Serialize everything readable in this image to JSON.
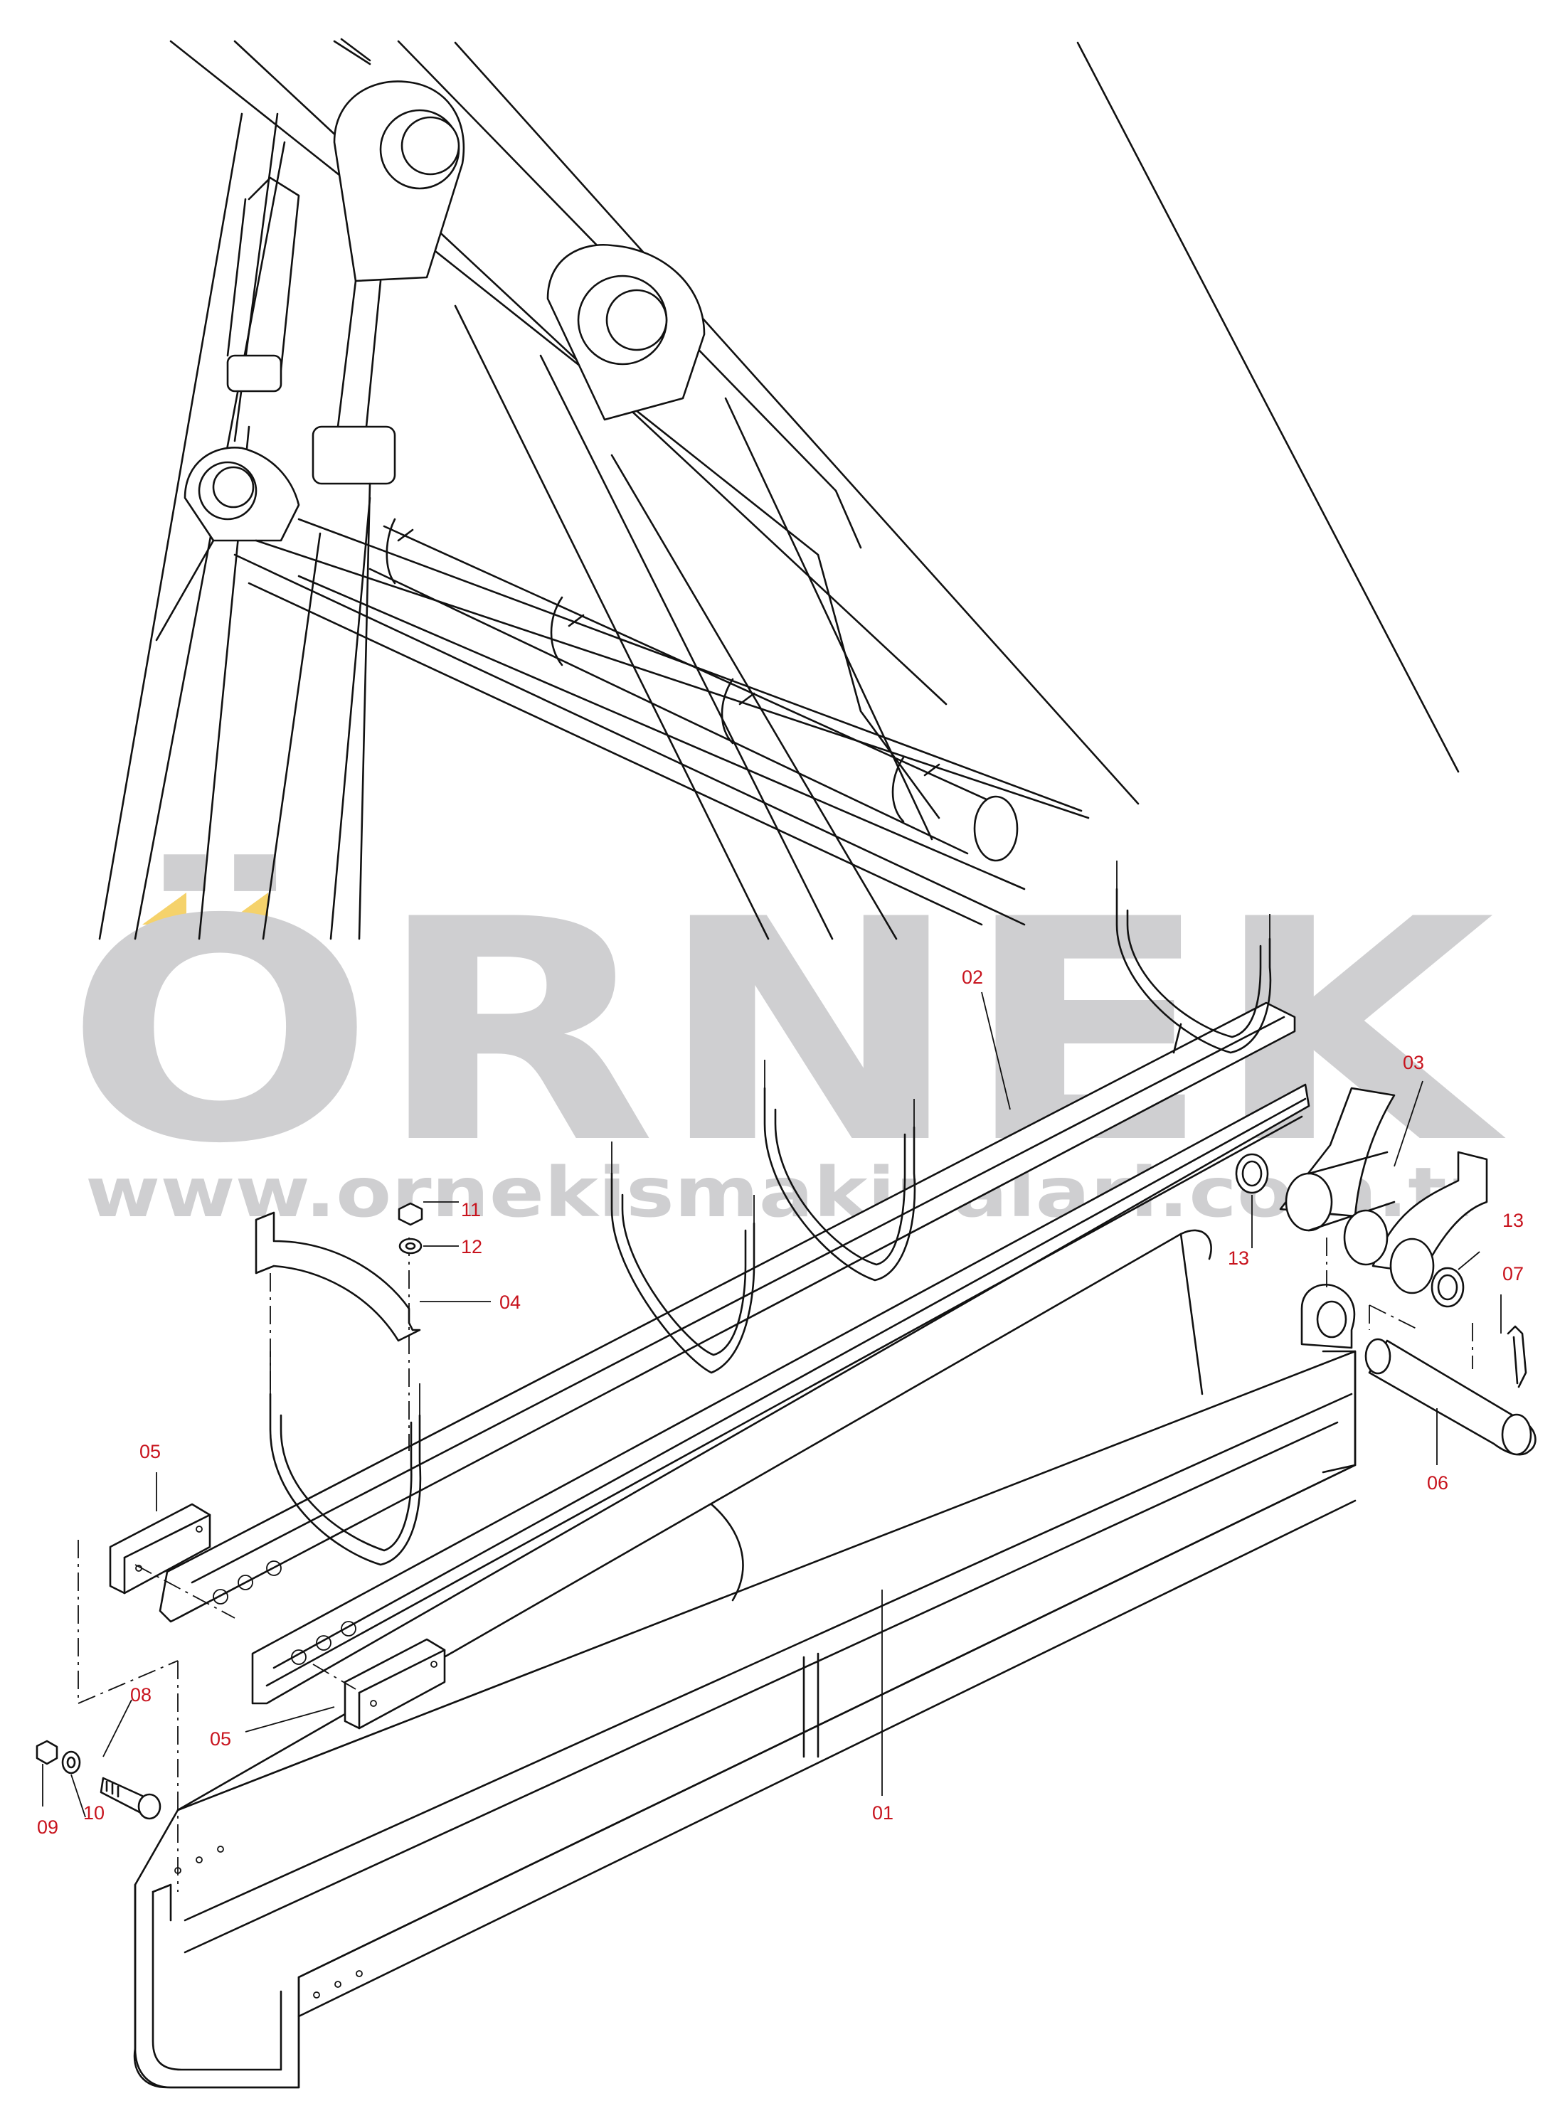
{
  "watermark": {
    "brand": "ÖRNEK",
    "url": "www.ornekismakinalari.com.tr",
    "accent_color": "#f5d26b",
    "text_color": "#cfcfd1"
  },
  "callouts": [
    {
      "id": "01",
      "label": "01"
    },
    {
      "id": "02",
      "label": "02"
    },
    {
      "id": "03",
      "label": "03"
    },
    {
      "id": "04",
      "label": "04"
    },
    {
      "id": "05a",
      "label": "05"
    },
    {
      "id": "05b",
      "label": "05"
    },
    {
      "id": "06",
      "label": "06"
    },
    {
      "id": "07",
      "label": "07"
    },
    {
      "id": "08",
      "label": "08"
    },
    {
      "id": "09",
      "label": "09"
    },
    {
      "id": "10",
      "label": "10"
    },
    {
      "id": "11",
      "label": "11"
    },
    {
      "id": "12",
      "label": "12"
    },
    {
      "id": "13a",
      "label": "13"
    },
    {
      "id": "13b",
      "label": "13"
    }
  ],
  "colors": {
    "callout": "#c8141e",
    "line": "#111111"
  }
}
